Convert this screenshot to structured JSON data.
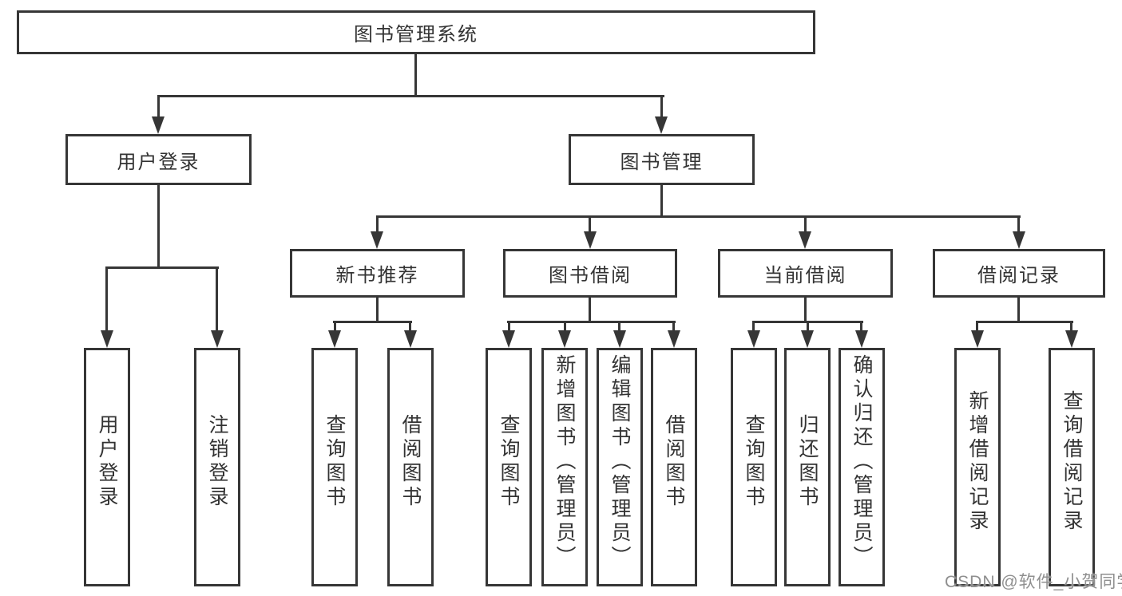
{
  "colors": {
    "line": "#363636",
    "text": "#333333",
    "watermark": "#8f8f8f"
  },
  "diagram": {
    "root": {
      "label": "图书管理系统"
    },
    "level2": [
      {
        "label": "用户登录"
      },
      {
        "label": "图书管理"
      }
    ],
    "level3": [
      {
        "label": "新书推荐"
      },
      {
        "label": "图书借阅"
      },
      {
        "label": "当前借阅"
      },
      {
        "label": "借阅记录"
      }
    ],
    "leaves": {
      "user": [
        {
          "label": "用户登录"
        },
        {
          "label": "注销登录"
        }
      ],
      "recommend": [
        {
          "label": "查询图书"
        },
        {
          "label": "借阅图书"
        }
      ],
      "borrow": [
        {
          "label": "查询图书"
        },
        {
          "label": "新增图书（管理员）"
        },
        {
          "label": "编辑图书（管理员）"
        },
        {
          "label": "借阅图书"
        }
      ],
      "current": [
        {
          "label": "查询图书"
        },
        {
          "label": "归还图书"
        },
        {
          "label": "确认归还（管理员）"
        }
      ],
      "records": [
        {
          "label": "新增借阅记录"
        },
        {
          "label": "查询借阅记录"
        }
      ]
    }
  },
  "watermark": {
    "text": "CSDN @软件_小贺同学"
  }
}
